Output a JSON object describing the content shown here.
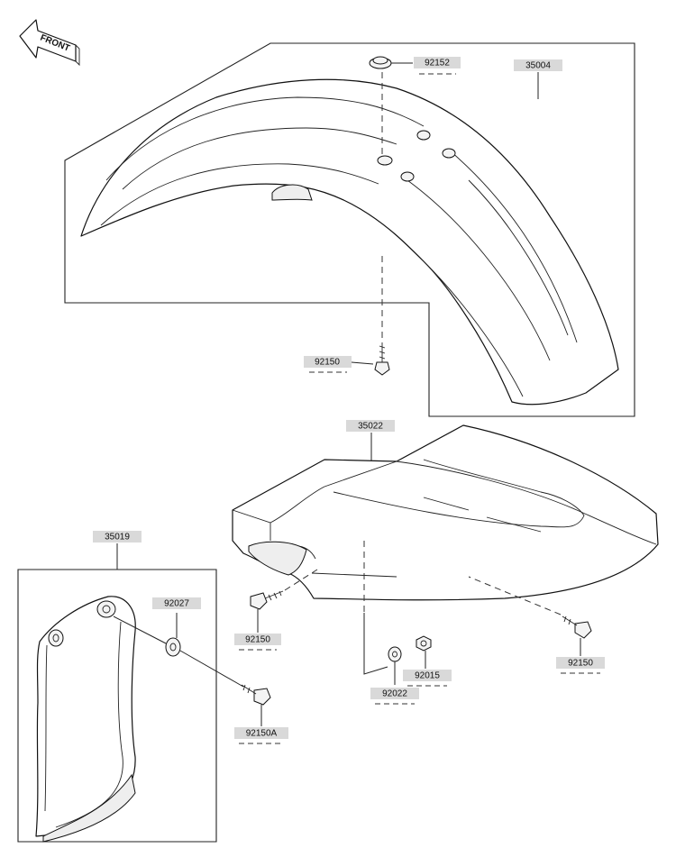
{
  "direction_marker": {
    "text": "FRONT"
  },
  "parts": {
    "p35004": "35004",
    "p92152": "92152",
    "p92150_top": "92150",
    "p35022": "35022",
    "p35019": "35019",
    "p92027": "92027",
    "p92150_left": "92150",
    "p92150A": "92150A",
    "p92015": "92015",
    "p92022": "92022",
    "p92150_right": "92150"
  }
}
